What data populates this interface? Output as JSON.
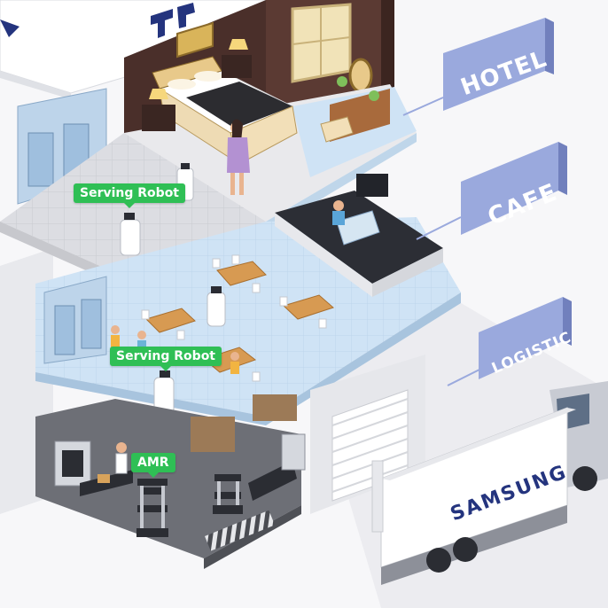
{
  "signs": {
    "hotel": "HOTEL",
    "cafe": "CAFE",
    "logistic": "LOGISTIC"
  },
  "robot_tags": {
    "serving_robot_top": "Serving Robot",
    "serving_robot_bottom": "Serving Robot",
    "amr": "AMR"
  },
  "truck": {
    "brand": "SAMSUNG"
  },
  "colors": {
    "sign_blue": "#9aa9dd",
    "tag_green": "#2fbf55",
    "floor_blue": "#cfe3f5",
    "brand_navy": "#24347e"
  }
}
